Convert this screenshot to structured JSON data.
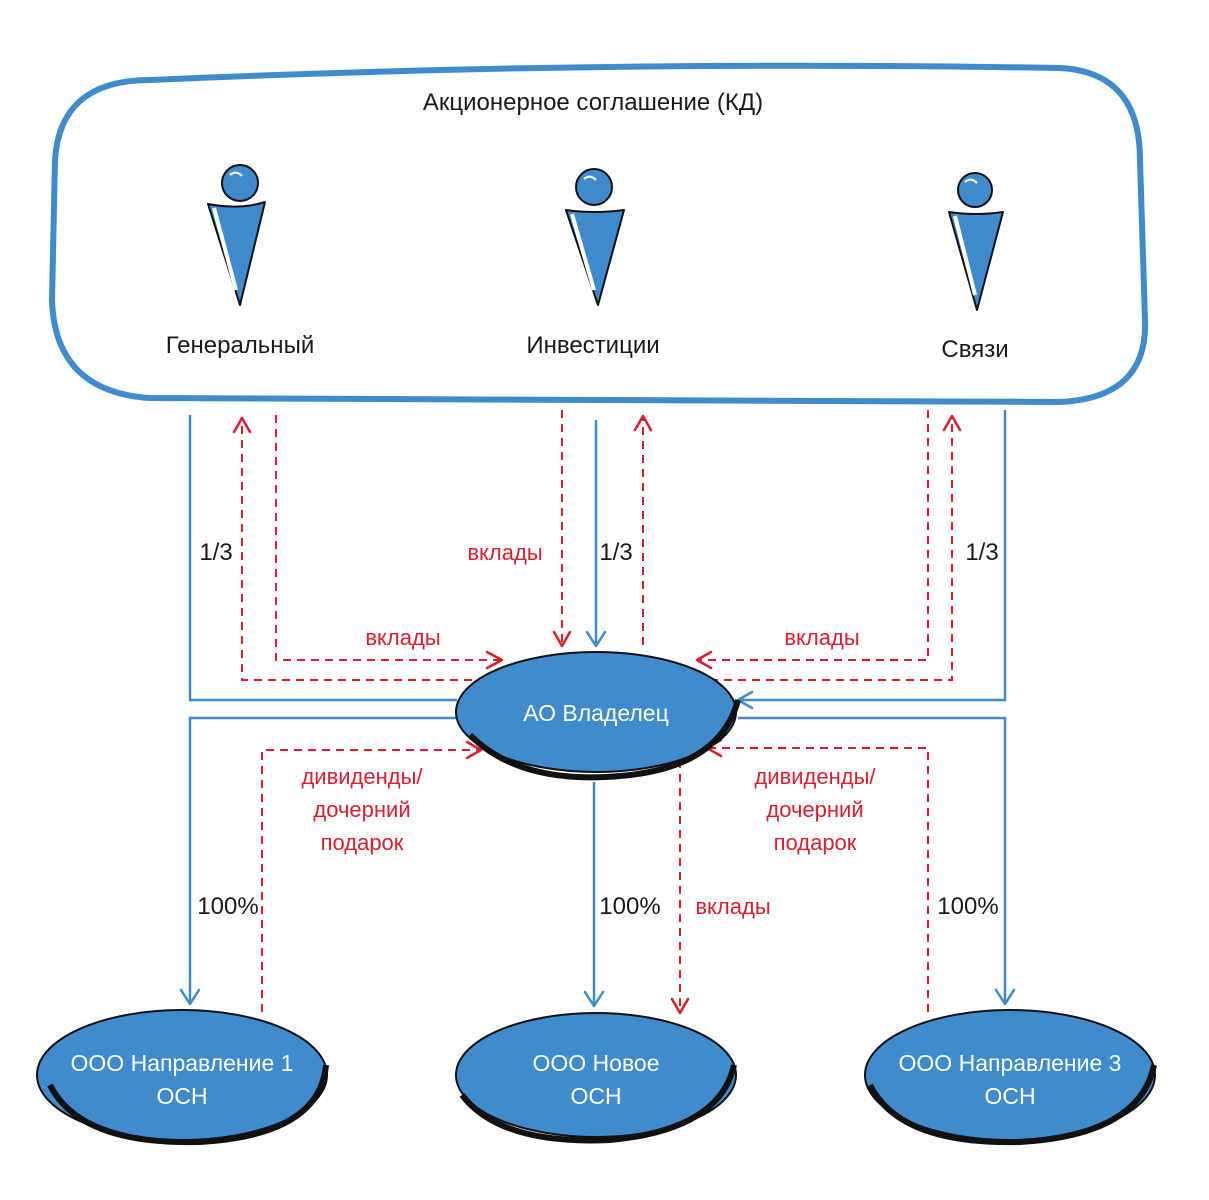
{
  "agreement": {
    "title": "Акционерное соглашение (КД)"
  },
  "persons": [
    {
      "label": "Генеральный"
    },
    {
      "label": "Инвестиции"
    },
    {
      "label": "Связи"
    }
  ],
  "owner": {
    "label": "АО Владелец"
  },
  "subsidiaries": [
    {
      "line1": "ООО Направление 1",
      "line2": "ОСН"
    },
    {
      "line1": "ООО Новое",
      "line2": "ОСН"
    },
    {
      "line1": "ООО Направление 3",
      "line2": "ОСН"
    }
  ],
  "labels": {
    "share_left": "1/3",
    "share_mid": "1/3",
    "share_right": "1/3",
    "contrib_mid_top": "вклады",
    "contrib_left": "вклады",
    "contrib_right": "вклады",
    "contrib_bottom": "вклады",
    "stake_left": "100%",
    "stake_mid": "100%",
    "stake_right": "100%",
    "div_left": [
      "дивиденды/",
      "дочерний",
      "подарок"
    ],
    "div_right": [
      "дивиденды/",
      "дочерний",
      "подарок"
    ]
  },
  "colors": {
    "accent_blue": "#3f8bcd",
    "node_fill": "#3f8bcd",
    "flow_red": "#d81f2f",
    "outline": "#111111"
  },
  "icons": [
    "person-icon",
    "person-icon",
    "person-icon"
  ]
}
